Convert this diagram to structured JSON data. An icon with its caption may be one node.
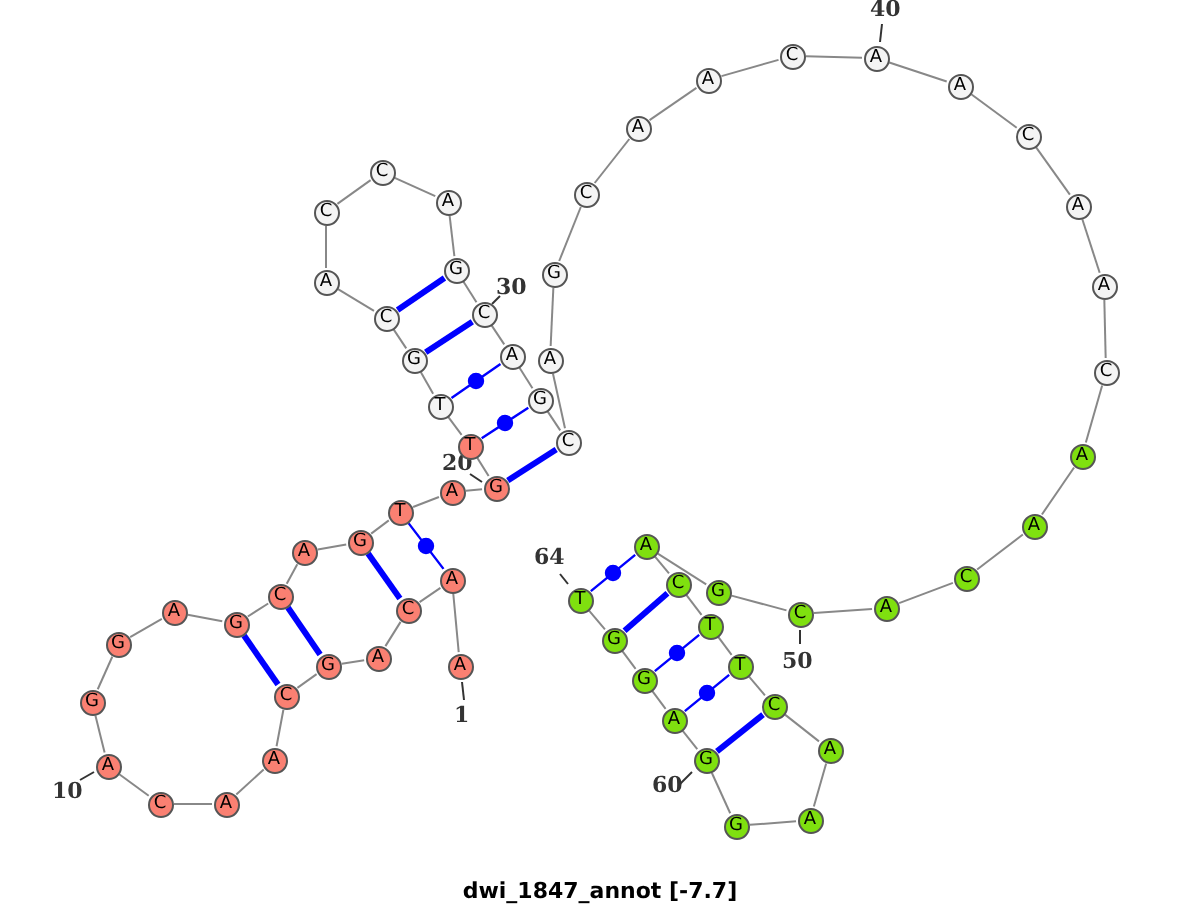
{
  "diagram": {
    "caption": "dwi_1847_annot [-7.7]",
    "nodes": [
      {
        "text": [
          "A"
        ],
        "beside": [
          "1"
        ]
      },
      {
        "text": [
          "A"
        ]
      },
      {
        "text": [
          "C"
        ]
      },
      {
        "text": [
          "A"
        ]
      },
      {
        "text": [
          "G"
        ]
      },
      {
        "text": [
          "C"
        ]
      },
      {
        "text": [
          "A"
        ]
      },
      {
        "text": [
          "A"
        ]
      },
      {
        "text": [
          "C"
        ]
      },
      {
        "text": [
          "A"
        ],
        "beside": [
          "10"
        ]
      },
      {
        "text": [
          "G"
        ]
      },
      {
        "text": [
          "G"
        ]
      },
      {
        "text": [
          "A"
        ]
      },
      {
        "text": [
          "G"
        ]
      },
      {
        "text": [
          "C"
        ]
      },
      {
        "text": [
          "A"
        ]
      },
      {
        "text": [
          "G"
        ]
      },
      {
        "text": [
          "T"
        ]
      },
      {
        "text": [
          "A"
        ]
      },
      {
        "text": [
          "G"
        ],
        "beside": [
          "20"
        ]
      },
      {
        "text": [
          "T"
        ]
      },
      {
        "text": [
          "T"
        ]
      },
      {
        "text": [
          "G"
        ]
      },
      {
        "text": [
          "C"
        ]
      },
      {
        "text": [
          "A"
        ]
      },
      {
        "text": [
          "C"
        ]
      },
      {
        "text": [
          "C"
        ]
      },
      {
        "text": [
          "A"
        ]
      },
      {
        "text": [
          "G"
        ]
      },
      {
        "text": [
          "C"
        ],
        "beside": [
          "30"
        ]
      },
      {
        "text": [
          "A"
        ]
      },
      {
        "text": [
          "G"
        ]
      },
      {
        "text": [
          "C"
        ]
      },
      {
        "text": [
          "A"
        ]
      },
      {
        "text": [
          "G"
        ]
      },
      {
        "text": [
          "C"
        ]
      },
      {
        "text": [
          "A"
        ]
      },
      {
        "text": [
          "A"
        ]
      },
      {
        "text": [
          "C"
        ]
      },
      {
        "text": [
          "A"
        ],
        "beside": [
          "40"
        ]
      },
      {
        "text": [
          "A"
        ]
      },
      {
        "text": [
          "C"
        ]
      },
      {
        "text": [
          "A"
        ]
      },
      {
        "text": [
          "A"
        ]
      },
      {
        "text": [
          "C"
        ]
      },
      {
        "text": [
          "A"
        ]
      },
      {
        "text": [
          "A"
        ]
      },
      {
        "text": [
          "C"
        ]
      },
      {
        "text": [
          "A"
        ]
      },
      {
        "text": [
          "C"
        ],
        "beside": [
          "50"
        ]
      },
      {
        "text": [
          "G"
        ]
      },
      {
        "text": [
          "A"
        ]
      },
      {
        "text": [
          "C"
        ]
      },
      {
        "text": [
          "T"
        ]
      },
      {
        "text": [
          "T"
        ]
      },
      {
        "text": [
          "C"
        ]
      },
      {
        "text": [
          "A"
        ]
      },
      {
        "text": [
          "A"
        ]
      },
      {
        "text": [
          "G"
        ]
      },
      {
        "text": [
          "G"
        ],
        "beside": [
          "60"
        ]
      },
      {
        "text": [
          "A"
        ]
      },
      {
        "text": [
          "G"
        ]
      },
      {
        "text": [
          "G"
        ]
      },
      {
        "text": [
          "T"
        ],
        "beside": [
          "64"
        ]
      }
    ],
    "edges": [
      {
        "from": 0,
        "to": 1,
        "arrow": "none"
      },
      {
        "from": 1,
        "to": 2,
        "arrow": "none"
      },
      {
        "from": 2,
        "to": 3,
        "arrow": "none"
      },
      {
        "from": 3,
        "to": 4,
        "arrow": "none"
      },
      {
        "from": 4,
        "to": 5,
        "arrow": "none"
      },
      {
        "from": 5,
        "to": 6,
        "arrow": "none"
      },
      {
        "from": 6,
        "to": 7,
        "arrow": "none"
      },
      {
        "from": 7,
        "to": 8,
        "arrow": "none"
      },
      {
        "from": 8,
        "to": 9,
        "arrow": "none"
      },
      {
        "from": 9,
        "to": 10,
        "arrow": "none"
      },
      {
        "from": 10,
        "to": 11,
        "arrow": "none"
      },
      {
        "from": 11,
        "to": 12,
        "arrow": "none"
      },
      {
        "from": 12,
        "to": 13,
        "arrow": "none"
      },
      {
        "from": 13,
        "to": 14,
        "arrow": "none"
      },
      {
        "from": 14,
        "to": 15,
        "arrow": "none"
      },
      {
        "from": 15,
        "to": 16,
        "arrow": "none"
      },
      {
        "from": 16,
        "to": 17,
        "arrow": "none"
      },
      {
        "from": 17,
        "to": 18,
        "arrow": "none"
      },
      {
        "from": 18,
        "to": 19,
        "arrow": "none"
      },
      {
        "from": 19,
        "to": 20,
        "arrow": "none"
      },
      {
        "from": 20,
        "to": 21,
        "arrow": "none"
      },
      {
        "from": 21,
        "to": 22,
        "arrow": "none"
      },
      {
        "from": 22,
        "to": 23,
        "arrow": "none"
      },
      {
        "from": 23,
        "to": 24,
        "arrow": "none"
      },
      {
        "from": 24,
        "to": 25,
        "arrow": "none"
      },
      {
        "from": 25,
        "to": 26,
        "arrow": "none"
      },
      {
        "from": 26,
        "to": 27,
        "arrow": "none"
      },
      {
        "from": 27,
        "to": 28,
        "arrow": "none"
      },
      {
        "from": 28,
        "to": 29,
        "arrow": "none"
      },
      {
        "from": 29,
        "to": 30,
        "arrow": "none"
      },
      {
        "from": 30,
        "to": 31,
        "arrow": "none"
      },
      {
        "from": 31,
        "to": 32,
        "arrow": "none"
      },
      {
        "from": 32,
        "to": 33,
        "arrow": "none"
      },
      {
        "from": 33,
        "to": 34,
        "arrow": "none"
      },
      {
        "from": 34,
        "to": 35,
        "arrow": "none"
      },
      {
        "from": 35,
        "to": 36,
        "arrow": "none"
      },
      {
        "from": 36,
        "to": 37,
        "arrow": "none"
      },
      {
        "from": 37,
        "to": 38,
        "arrow": "none"
      },
      {
        "from": 38,
        "to": 39,
        "arrow": "none"
      },
      {
        "from": 39,
        "to": 40,
        "arrow": "none"
      },
      {
        "from": 40,
        "to": 41,
        "arrow": "none"
      },
      {
        "from": 41,
        "to": 42,
        "arrow": "none"
      },
      {
        "from": 42,
        "to": 43,
        "arrow": "none"
      },
      {
        "from": 43,
        "to": 44,
        "arrow": "none"
      },
      {
        "from": 44,
        "to": 45,
        "arrow": "none"
      },
      {
        "from": 45,
        "to": 46,
        "arrow": "none"
      },
      {
        "from": 46,
        "to": 47,
        "arrow": "none"
      },
      {
        "from": 47,
        "to": 48,
        "arrow": "none"
      },
      {
        "from": 48,
        "to": 49,
        "arrow": "none"
      },
      {
        "from": 49,
        "to": 50,
        "arrow": "none"
      },
      {
        "from": 50,
        "to": 51,
        "arrow": "none"
      },
      {
        "from": 51,
        "to": 52,
        "arrow": "none"
      },
      {
        "from": 52,
        "to": 53,
        "arrow": "none"
      },
      {
        "from": 53,
        "to": 54,
        "arrow": "none"
      },
      {
        "from": 54,
        "to": 55,
        "arrow": "none"
      },
      {
        "from": 55,
        "to": 56,
        "arrow": "none"
      },
      {
        "from": 56,
        "to": 57,
        "arrow": "none"
      },
      {
        "from": 57,
        "to": 58,
        "arrow": "none"
      },
      {
        "from": 58,
        "to": 59,
        "arrow": "none"
      },
      {
        "from": 59,
        "to": 60,
        "arrow": "none"
      },
      {
        "from": 60,
        "to": 61,
        "arrow": "none"
      },
      {
        "from": 61,
        "to": 62,
        "arrow": "none"
      },
      {
        "from": 62,
        "to": 63,
        "arrow": "none"
      },
      {
        "from": 1,
        "to": 17,
        "arrow": "none",
        "color": "#0000ff"
      },
      {
        "from": 2,
        "to": 16,
        "arrow": "none",
        "style": "thick",
        "color": "#0000ff"
      },
      {
        "from": 4,
        "to": 14,
        "arrow": "none",
        "style": "thick",
        "color": "#0000ff"
      },
      {
        "from": 5,
        "to": 13,
        "arrow": "none",
        "style": "thick",
        "color": "#0000ff"
      },
      {
        "from": 19,
        "to": 32,
        "arrow": "none",
        "style": "thick",
        "color": "#0000ff"
      },
      {
        "from": 20,
        "to": 31,
        "arrow": "none",
        "color": "#0000ff"
      },
      {
        "from": 21,
        "to": 30,
        "arrow": "none",
        "color": "#0000ff"
      },
      {
        "from": 22,
        "to": 29,
        "arrow": "none",
        "style": "thick",
        "color": "#0000ff"
      },
      {
        "from": 23,
        "to": 28,
        "arrow": "none",
        "style": "thick",
        "color": "#0000ff"
      },
      {
        "from": 51,
        "to": 63,
        "arrow": "none",
        "color": "#0000ff"
      },
      {
        "from": 52,
        "to": 62,
        "arrow": "none",
        "style": "thick",
        "color": "#0000ff"
      },
      {
        "from": 53,
        "to": 61,
        "arrow": "none",
        "color": "#0000ff"
      },
      {
        "from": 54,
        "to": 60,
        "arrow": "none",
        "color": "#0000ff"
      },
      {
        "from": 55,
        "to": 59,
        "arrow": "none",
        "style": "thick",
        "color": "#0000ff"
      }
    ]
  }
}
